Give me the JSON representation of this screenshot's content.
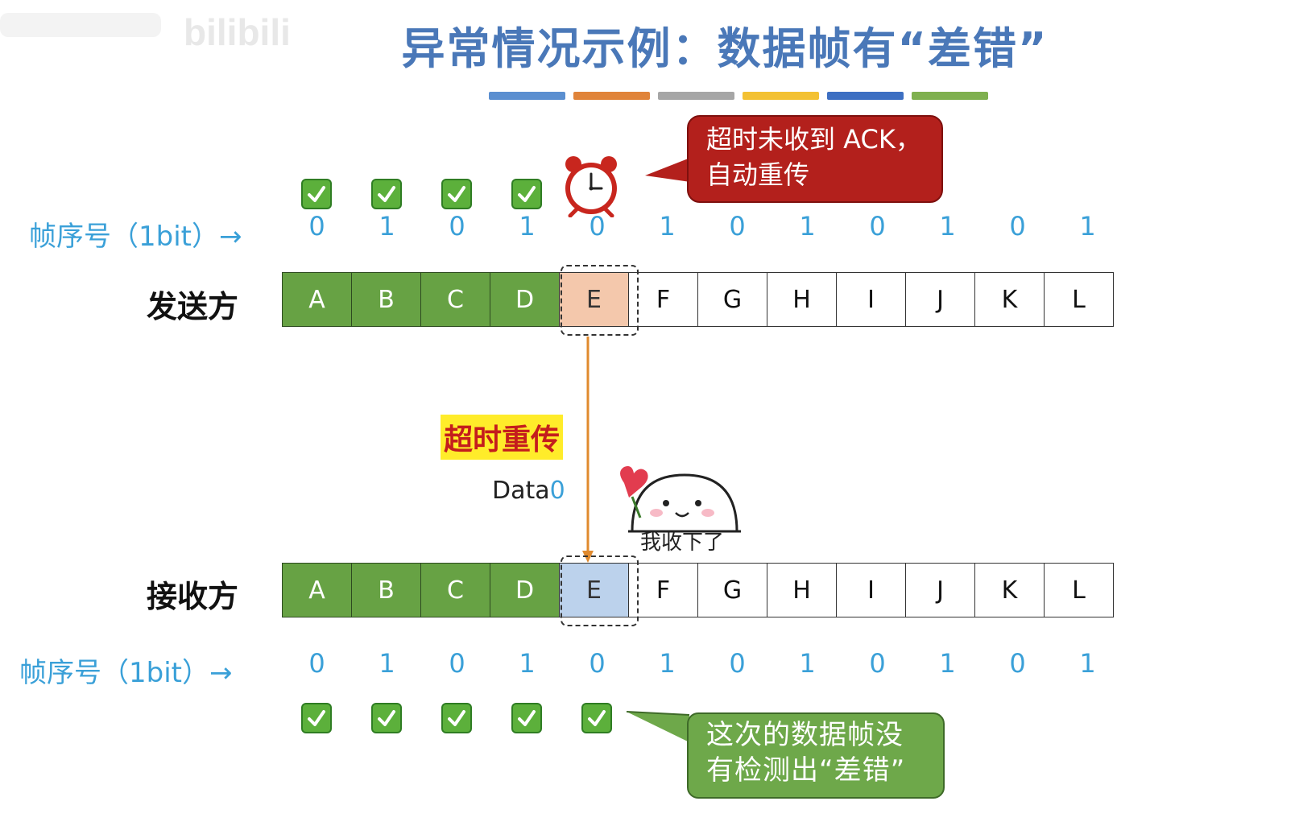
{
  "watermark": {
    "text": "bilibili"
  },
  "title": "异常情况示例：数据帧有“差错”",
  "stripe_colors": [
    "#5b8fd0",
    "#e0843a",
    "#a6a6a6",
    "#f3c133",
    "#3d6fc2",
    "#7fb04f"
  ],
  "sender": {
    "seq_label": "帧序号（1bit）→",
    "row_label": "发送方",
    "seq": [
      "0",
      "1",
      "0",
      "1",
      "0",
      "1",
      "0",
      "1",
      "0",
      "1",
      "0",
      "1"
    ],
    "frames": [
      "A",
      "B",
      "C",
      "D",
      "E",
      "F",
      "G",
      "H",
      "I",
      "J",
      "K",
      "L"
    ],
    "acked_count": 4
  },
  "receiver": {
    "row_label": "接收方",
    "seq_label": "帧序号（1bit）→",
    "seq": [
      "0",
      "1",
      "0",
      "1",
      "0",
      "1",
      "0",
      "1",
      "0",
      "1",
      "0",
      "1"
    ],
    "frames": [
      "A",
      "B",
      "C",
      "D",
      "E",
      "F",
      "G",
      "H",
      "I",
      "J",
      "K",
      "L"
    ],
    "received_count": 5
  },
  "callout_timeout": {
    "line1": "超时未收到 ACK，",
    "line2": "自动重传"
  },
  "timeout_label": "超时重传",
  "data_label": {
    "prefix": "Data",
    "num": "0"
  },
  "sticker_text": "我收下了",
  "callout_ok": {
    "line1": "这次的数据帧没",
    "line2": "有检测出“差错”"
  },
  "icons": {
    "alarm": "alarm-clock-icon",
    "check": "check-box-icon"
  },
  "colors": {
    "frame_green": "#67a244",
    "sender_highlight": "#f4c8ac",
    "receiver_highlight": "#bcd2ec",
    "seq_blue": "#3aa0d8",
    "title_blue": "#4a78b8",
    "arrow_orange": "#e08a2e"
  }
}
